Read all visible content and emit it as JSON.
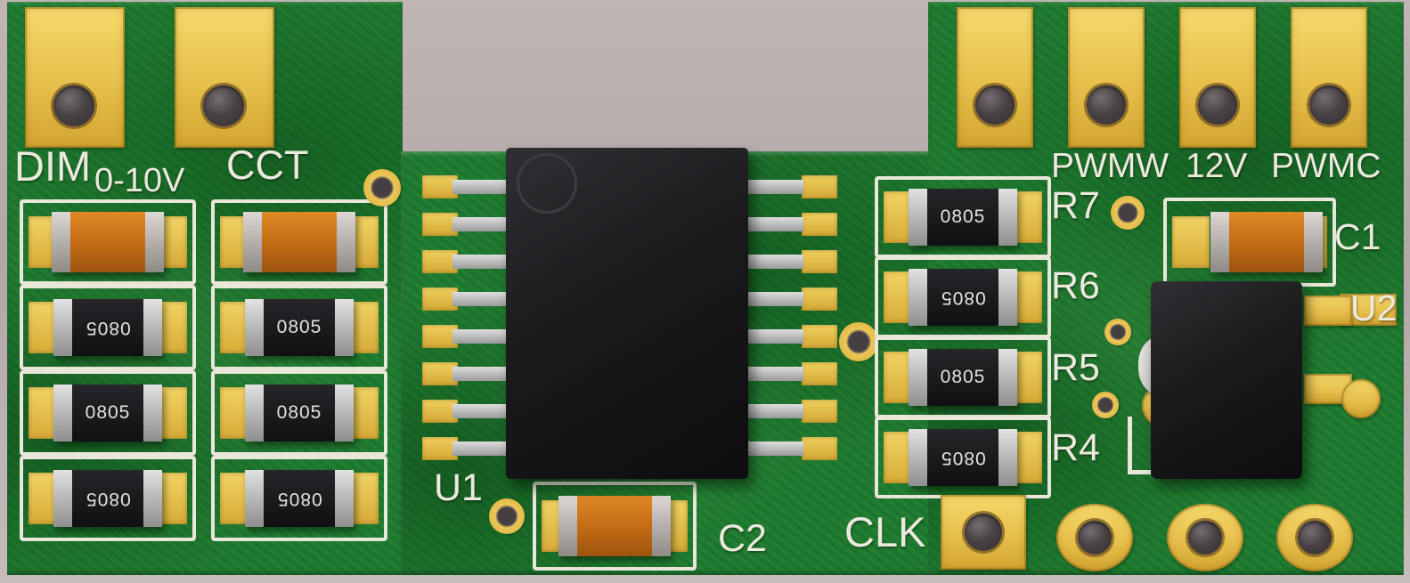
{
  "colors": {
    "board_green": "#1e7b2e",
    "background_gray": "#b5a9a9",
    "pad_gold": "#e6c04e",
    "silkscreen_white": "#ece9dd",
    "capacitor_orange": "#c06a15",
    "component_black": "#141417"
  },
  "silkscreen": {
    "dim": "DIM",
    "dim_range": "0-10V",
    "cct": "CCT",
    "pwmw": "PWMW",
    "v12": "12V",
    "pwmc": "PWMC",
    "u1": "U1",
    "u2": "U2",
    "c1": "C1",
    "c2": "C2",
    "clk": "CLK",
    "r7": "R7",
    "r6": "R6",
    "r5": "R5",
    "r4": "R4"
  },
  "components": {
    "resistor_marking": "0805"
  }
}
